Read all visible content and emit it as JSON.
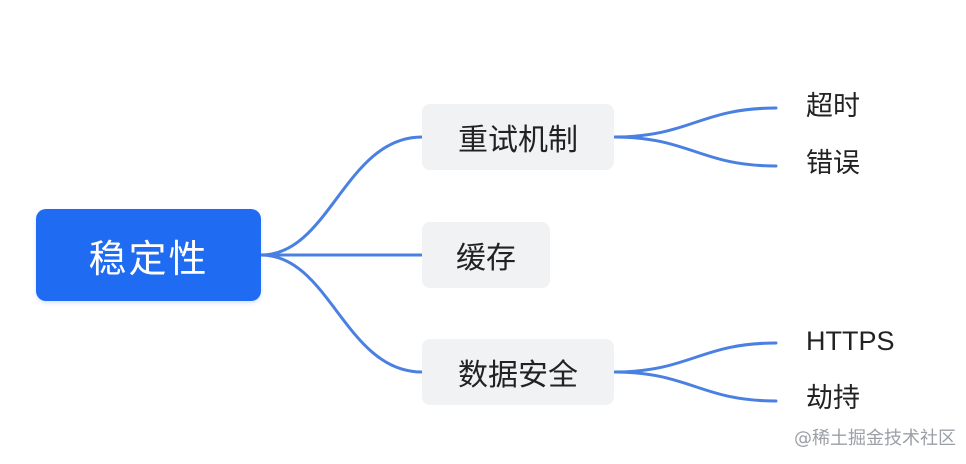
{
  "mindmap": {
    "root": {
      "label": "稳定性"
    },
    "branches": [
      {
        "label": "重试机制",
        "children": [
          "超时",
          "错误"
        ]
      },
      {
        "label": "缓存",
        "children": []
      },
      {
        "label": "数据安全",
        "children": [
          "HTTPS",
          "劫持"
        ]
      }
    ]
  },
  "credit": "@稀土掘金技术社区",
  "colors": {
    "root_fill": "#1f6cf3",
    "branch_fill": "#f1f2f4",
    "connector": "#4a80e2"
  }
}
